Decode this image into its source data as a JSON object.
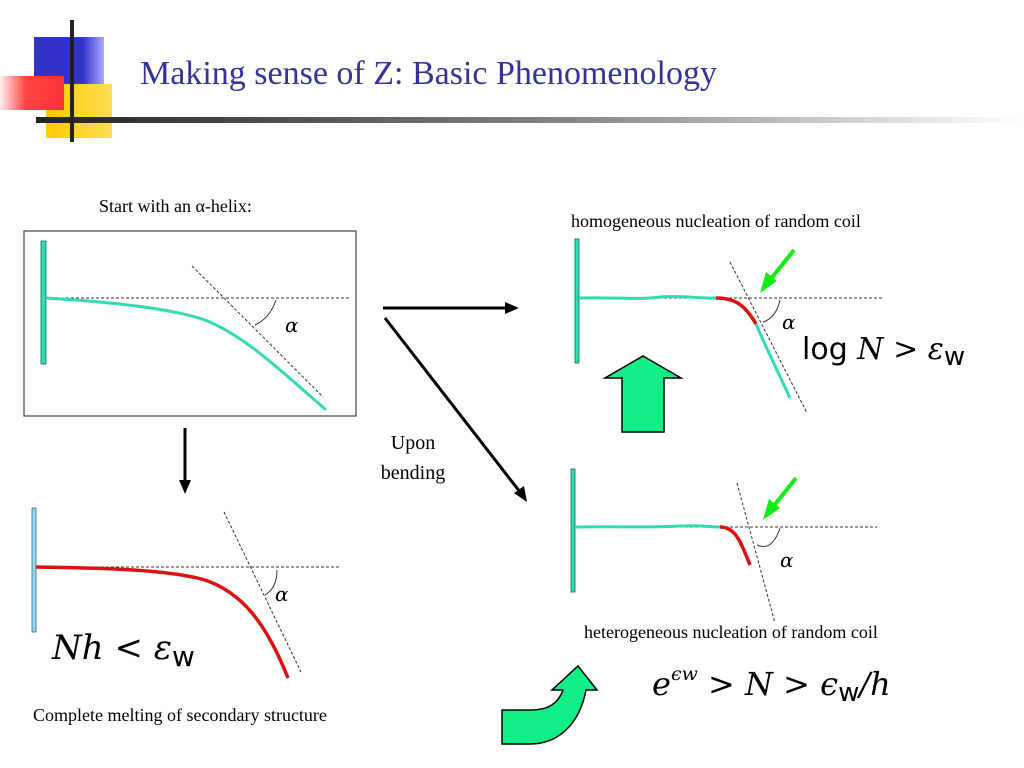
{
  "title": "Making sense of Z: Basic Phenomenology",
  "labels": {
    "start": "Start with an α-helix:",
    "homogeneous": "homogeneous nucleation of random coil",
    "heterogeneous": "heterogeneous nucleation of random coil",
    "complete": "Complete melting of secondary structure",
    "bending_line1": "Upon",
    "bending_line2": "bending"
  },
  "math": {
    "alpha": "α",
    "log": "log",
    "N": "N",
    "gt": ">",
    "lt": "<",
    "eps": "ε",
    "w": "w",
    "h": "h",
    "e": "e",
    "epsw": "ϵw",
    "epsilon2": "ϵ",
    "slash_h": "/h"
  },
  "colors": {
    "title": "#333399",
    "helix": "#33dbb3",
    "coil": "#dd1111",
    "arrow_green": "#11ee11",
    "block_blue": "#3333cc",
    "block_yellow": "#ffcc00",
    "block_red": "#ff3333"
  },
  "icons": [
    "pointer-arrow-icon",
    "up-arrow-icon",
    "curved-arrow-icon"
  ]
}
